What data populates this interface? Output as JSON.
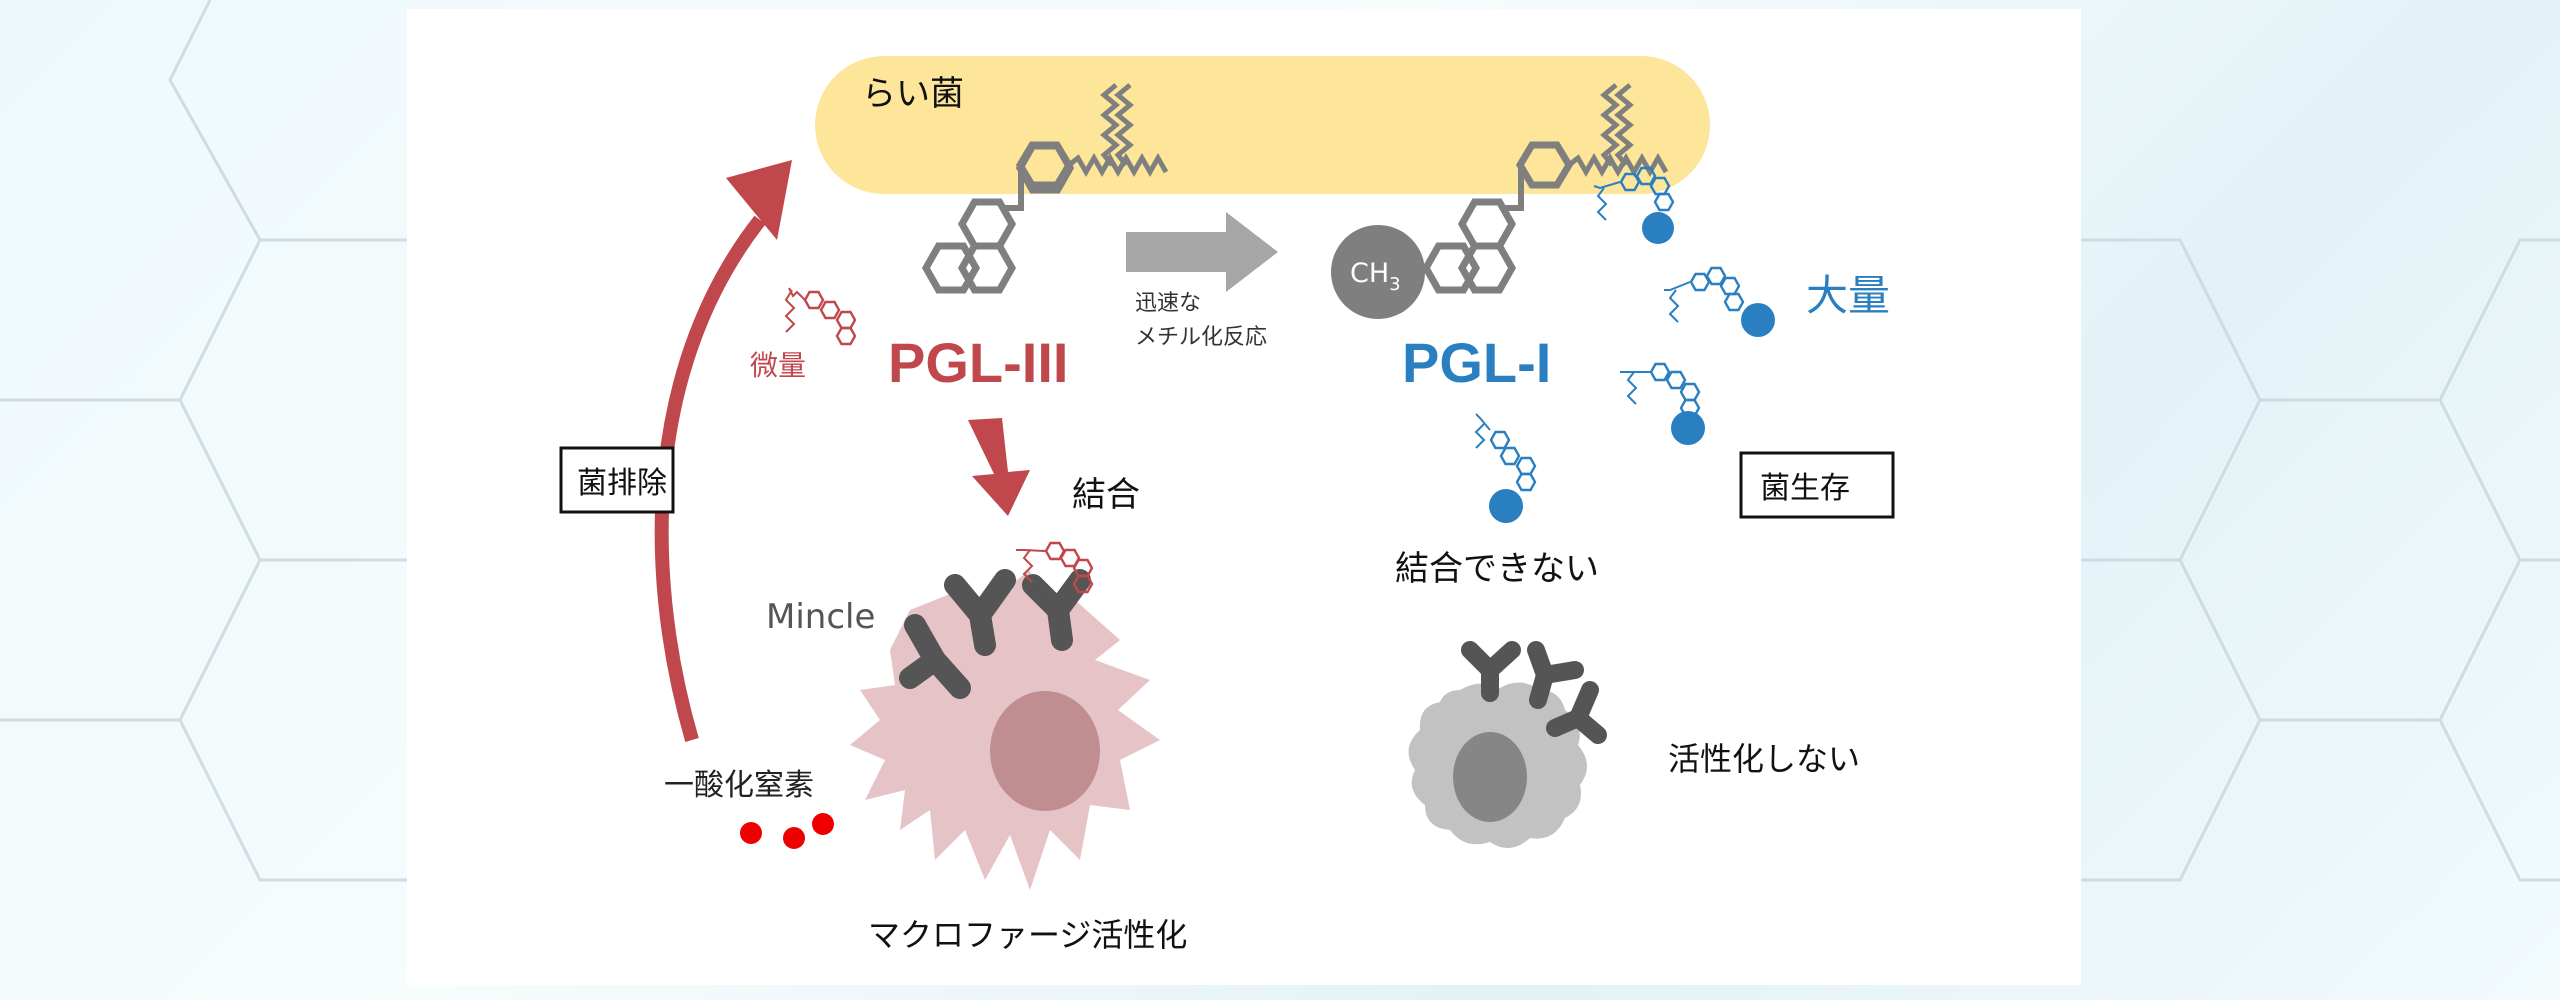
{
  "diagram": {
    "title_bacteria": "らい菌",
    "pgl3": {
      "label": "PGL-III",
      "amount_label": "微量",
      "color": "#c0474b"
    },
    "pgl1": {
      "label": "PGL-I",
      "amount_label": "大量",
      "color": "#2a7fc1"
    },
    "methyl_group": {
      "main": "CH",
      "subscript": "3"
    },
    "reaction": {
      "line1": "迅速な",
      "line2": "メチル化反応"
    },
    "binding": "結合",
    "no_binding": "結合できない",
    "receptor": "Mincle",
    "nitric_oxide": "一酸化窒素",
    "macrophage_activation": "マクロファージ活性化",
    "no_activation": "活性化しない",
    "box_eliminate": "菌排除",
    "box_survive": "菌生存",
    "colors": {
      "bacteria_fill": "#fde59a",
      "molecule_gray": "#7f7f7f",
      "arrow_red": "#c0474b",
      "arrow_gray": "#a6a6a6",
      "macrophage_pink": "#e6c3c6",
      "nucleus_pink": "#c08d91",
      "receptor_dark": "#555555",
      "inactive_cell": "#c2c2c2",
      "inactive_nucleus": "#868686",
      "no_dots": "#ee0000"
    }
  }
}
